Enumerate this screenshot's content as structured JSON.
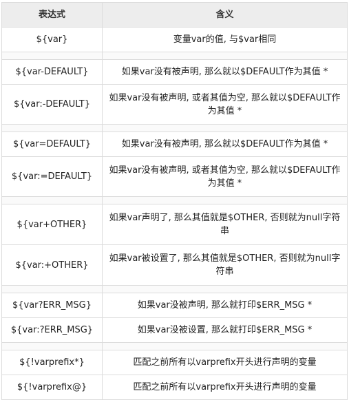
{
  "header": {
    "col1": "表达式",
    "col2": "含义"
  },
  "rows": [
    {
      "expr": "${var}",
      "meaning": "变量var的值, 与$var相同"
    },
    {
      "expr": "${var-DEFAULT}",
      "meaning": "如果var没有被声明, 那么就以$DEFAULT作为其值 *"
    },
    {
      "expr": "${var:-DEFAULT}",
      "meaning": "如果var没有被声明, 或者其值为空, 那么就以$DEFAULT作为其值 *"
    },
    {
      "expr": "${var=DEFAULT}",
      "meaning": "如果var没有被声明, 那么就以$DEFAULT作为其值 *"
    },
    {
      "expr": "${var:=DEFAULT}",
      "meaning": "如果var没有被声明, 或者其值为空, 那么就以$DEFAULT作为其值 *"
    },
    {
      "expr": "${var+OTHER}",
      "meaning": "如果var声明了, 那么其值就是$OTHER, 否则就为null字符串"
    },
    {
      "expr": "${var:+OTHER}",
      "meaning": "如果var被设置了, 那么其值就是$OTHER, 否则就为null字符串"
    },
    {
      "expr": "${var?ERR_MSG}",
      "meaning": "如果var没被声明, 那么就打印$ERR_MSG *"
    },
    {
      "expr": "${var:?ERR_MSG}",
      "meaning": "如果var没被设置, 那么就打印$ERR_MSG *"
    },
    {
      "expr": "${!varprefix*}",
      "meaning": "匹配之前所有以varprefix开头进行声明的变量"
    },
    {
      "expr": "${!varprefix@}",
      "meaning": "匹配之前所有以varprefix开头进行声明的变量"
    }
  ]
}
